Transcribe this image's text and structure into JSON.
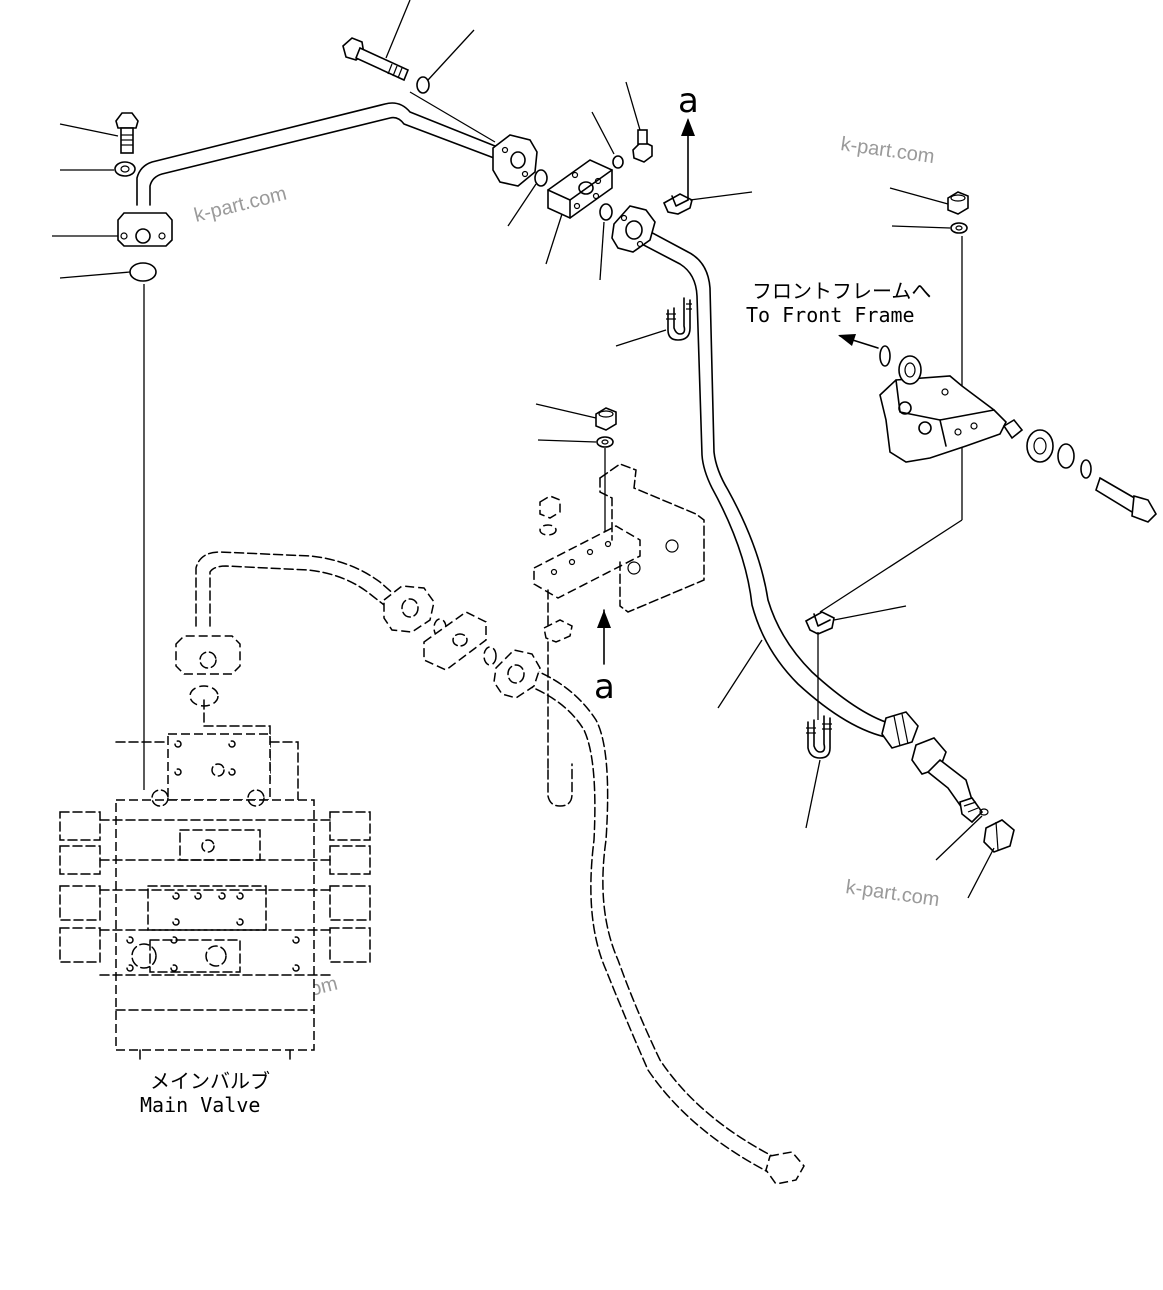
{
  "labels": {
    "front_frame_jp": "フロントフレームへ",
    "front_frame_en": "To Front Frame",
    "main_valve_jp": "メインバルブ",
    "main_valve_en": "Main Valve",
    "view_mark_top": "a",
    "view_mark_bottom": "a"
  },
  "watermarks": [
    "k-part.com",
    "k-part.com",
    "k-part.com",
    "k-part.com"
  ]
}
